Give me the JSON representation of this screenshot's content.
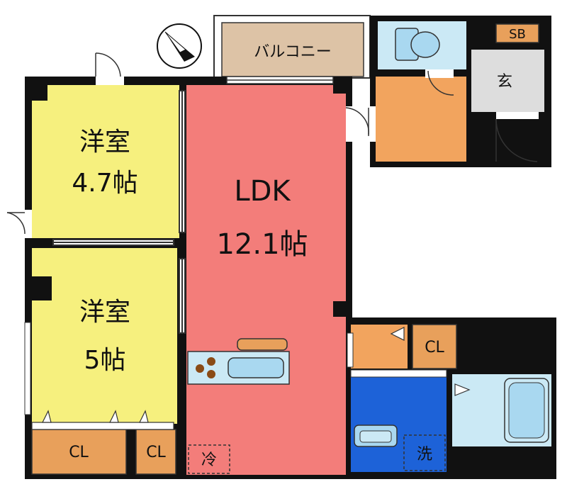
{
  "rooms": {
    "western1": {
      "name": "洋室",
      "size": "4.7帖",
      "color": "#f6f07e"
    },
    "western2": {
      "name": "洋室",
      "size": "5帖",
      "color": "#f6f07e"
    },
    "ldk": {
      "name": "LDK",
      "size": "12.1帖",
      "color": "#f37d7a"
    },
    "balcony": {
      "name": "バルコニー",
      "color": "#ddc3a6"
    },
    "entrance": {
      "name": "玄",
      "color": "#dddddd"
    },
    "shoebox": {
      "name": "SB",
      "color": "#e8a05b"
    },
    "closet_hall": {
      "name": "CL",
      "color": "#e8a05b"
    },
    "closet_left": {
      "name": "CL",
      "color": "#e8a05b"
    },
    "closet_right": {
      "name": "CL",
      "color": "#e8a05b"
    },
    "washroom": {
      "color": "#1d62d8"
    },
    "bath": {
      "color": "#cbe9f5"
    },
    "toilet": {
      "color": "#cbe9f5"
    },
    "hall": {
      "color": "#f2a45e"
    }
  },
  "fixtures": {
    "fridge": "冷",
    "washer": "洗"
  },
  "icons": {
    "compass": "north-arrow-icon"
  },
  "colors": {
    "wall": "#111111",
    "outline": "#333333",
    "closet": "#e8a05b",
    "blue_fixture": "#a9d8f0"
  }
}
